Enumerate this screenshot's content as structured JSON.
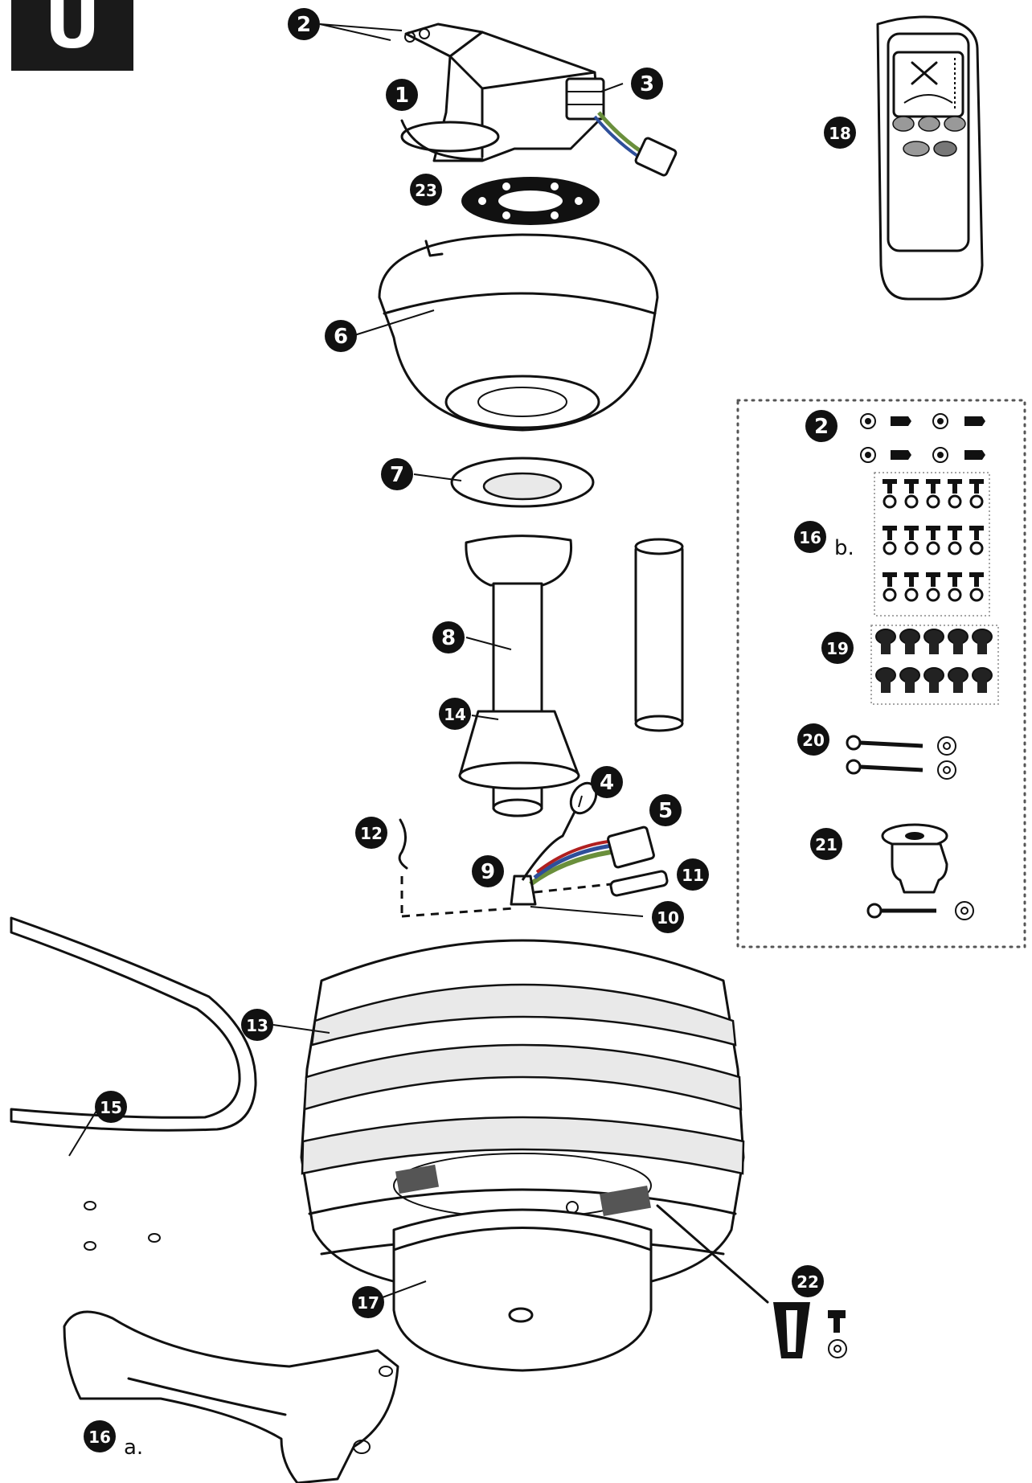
{
  "corner_tab": {
    "label": "U",
    "bg": "#1a1a1a",
    "fg": "#ffffff"
  },
  "callouts": [
    {
      "id": "1",
      "label": "1"
    },
    {
      "id": "2",
      "label": "2"
    },
    {
      "id": "3",
      "label": "3"
    },
    {
      "id": "23",
      "label": "23"
    },
    {
      "id": "6",
      "label": "6"
    },
    {
      "id": "7",
      "label": "7"
    },
    {
      "id": "8",
      "label": "8"
    },
    {
      "id": "14",
      "label": "14"
    },
    {
      "id": "4",
      "label": "4"
    },
    {
      "id": "5",
      "label": "5"
    },
    {
      "id": "12",
      "label": "12"
    },
    {
      "id": "9",
      "label": "9"
    },
    {
      "id": "11",
      "label": "11"
    },
    {
      "id": "10",
      "label": "10"
    },
    {
      "id": "13",
      "label": "13"
    },
    {
      "id": "15",
      "label": "15"
    },
    {
      "id": "17",
      "label": "17"
    },
    {
      "id": "16a",
      "label": "16",
      "suffix": "a."
    },
    {
      "id": "18",
      "label": "18"
    },
    {
      "id": "2b",
      "label": "2"
    },
    {
      "id": "16b",
      "label": "16",
      "suffix": "b."
    },
    {
      "id": "19",
      "label": "19"
    },
    {
      "id": "20",
      "label": "20"
    },
    {
      "id": "21",
      "label": "21"
    },
    {
      "id": "22",
      "label": "22"
    }
  ],
  "colors": {
    "ink": "#111111",
    "badge": "#111111",
    "wire_green": "#6a8f3c",
    "wire_blue": "#2e4f9a",
    "wire_red": "#b02020",
    "dotted_border": "#555555"
  }
}
